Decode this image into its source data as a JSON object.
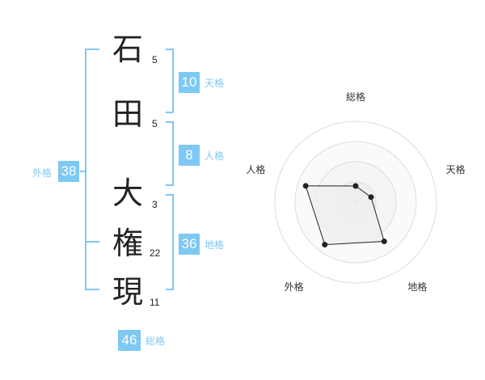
{
  "name_chars": [
    {
      "char": "石",
      "strokes": "5"
    },
    {
      "char": "田",
      "strokes": "5"
    },
    {
      "char": "大",
      "strokes": "3"
    },
    {
      "char": "権",
      "strokes": "22"
    },
    {
      "char": "現",
      "strokes": "11"
    }
  ],
  "kakusu": {
    "tenkaku": {
      "value": "10",
      "label": "天格"
    },
    "jinkaku": {
      "value": "8",
      "label": "人格"
    },
    "chikaku": {
      "value": "36",
      "label": "地格"
    },
    "gaikaku": {
      "value": "38",
      "label": "外格"
    },
    "soukaku": {
      "value": "46",
      "label": "総格"
    }
  },
  "colors": {
    "accent": "#7ec8f4",
    "text": "#222222",
    "radar_fill": "#eeeeee",
    "radar_grid": "#dddddd"
  },
  "chart_data": {
    "type": "radar",
    "axes": [
      "総格",
      "天格",
      "地格",
      "外格",
      "人格"
    ],
    "values": [
      0.2,
      0.2,
      0.6,
      0.65,
      0.65
    ],
    "rings": 4,
    "max": 1
  }
}
